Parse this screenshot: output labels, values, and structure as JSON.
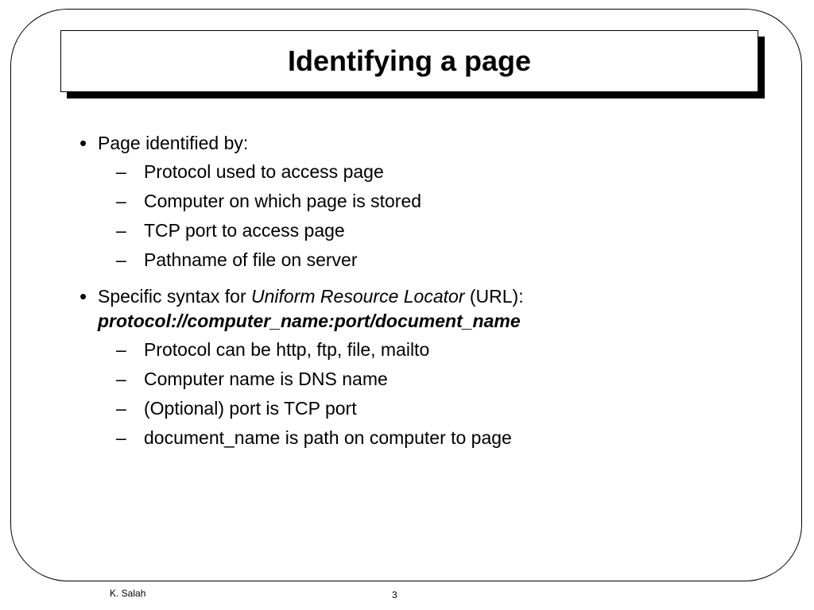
{
  "slide": {
    "title": "Identifying a page",
    "bullets": [
      {
        "text": "Page identified by:",
        "subitems": [
          "Protocol used to access page",
          "Computer on which page is stored",
          "TCP port to access page",
          "Pathname of file on server"
        ]
      },
      {
        "text_prefix": "Specific syntax for ",
        "text_italic": "Uniform Resource Locator",
        "text_suffix": " (URL):",
        "syntax": "protocol://computer_name:port/document_name",
        "subitems": [
          "Protocol can be http, ftp, file, mailto",
          "Computer name is DNS name",
          "(Optional) port is TCP port",
          "document_name is path on computer to page"
        ]
      }
    ],
    "bullet_symbol": "•",
    "dash_symbol": "–"
  },
  "footer": {
    "author": "K. Salah",
    "page_number": "3"
  }
}
